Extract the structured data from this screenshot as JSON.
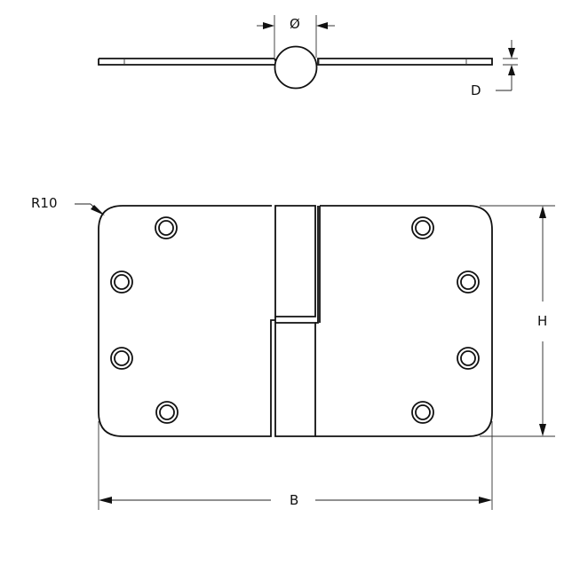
{
  "drawing": {
    "title": "Hinge technical drawing",
    "views": [
      "top-view",
      "front-view"
    ],
    "line_color": "#111111",
    "background": "#ffffff"
  },
  "dimensions": {
    "diameter": {
      "label": "Ø",
      "meaning": "knuckle diameter"
    },
    "thickness": {
      "label": "D",
      "meaning": "leaf thickness"
    },
    "radius": {
      "label": "R10",
      "meaning": "corner radius"
    },
    "height": {
      "label": "H",
      "meaning": "hinge height"
    },
    "width": {
      "label": "B",
      "meaning": "hinge total width"
    }
  },
  "holes": {
    "left_leaf": 4,
    "right_leaf": 4,
    "style": "countersunk double-ring"
  }
}
